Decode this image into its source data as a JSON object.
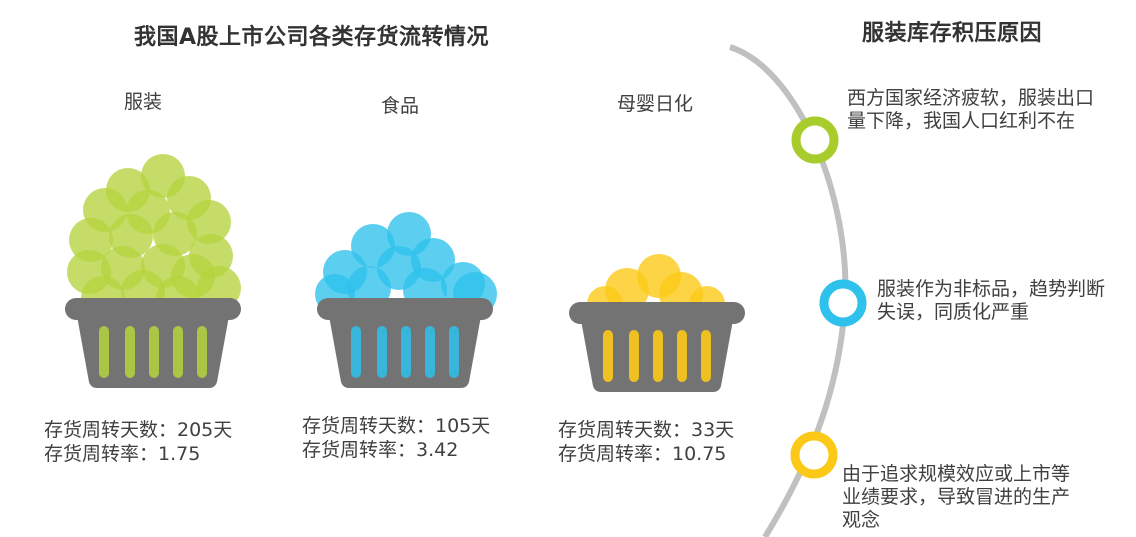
{
  "left_panel": {
    "title": "我国A股上市公司各类存货流转情况",
    "categories": [
      {
        "name": "服装",
        "color": "#b5d33d",
        "turnover_days_label": "存货周转天数：205天",
        "turnover_rate_label": "存货周转率：1.75",
        "turnover_days": 205,
        "turnover_rate": 1.75,
        "icon": "basket-overflowing-icon"
      },
      {
        "name": "食品",
        "color": "#2ec1ec",
        "turnover_days_label": "存货周转天数：105天",
        "turnover_rate_label": "存货周转率：3.42",
        "turnover_days": 105,
        "turnover_rate": 3.42,
        "icon": "basket-full-icon"
      },
      {
        "name": "母婴日化",
        "color": "#fcc918",
        "turnover_days_label": "存货周转天数：33天",
        "turnover_rate_label": "存货周转率：10.75",
        "turnover_days": 33,
        "turnover_rate": 10.75,
        "icon": "basket-low-icon"
      }
    ],
    "basket_color": "#737373"
  },
  "right_panel": {
    "title": "服装库存积压原因",
    "arc_color": "#c0c0c0",
    "reasons": [
      {
        "text": "西方国家经济疲软，服装出口量下降，我国人口红利不在",
        "color": "#a8cc2c"
      },
      {
        "text": "服装作为非标品，趋势判断失误，同质化严重",
        "color": "#2ec1ec"
      },
      {
        "text": "由于追求规模效应或上市等业绩要求，导致冒进的生产观念",
        "color": "#fcc918"
      }
    ]
  }
}
